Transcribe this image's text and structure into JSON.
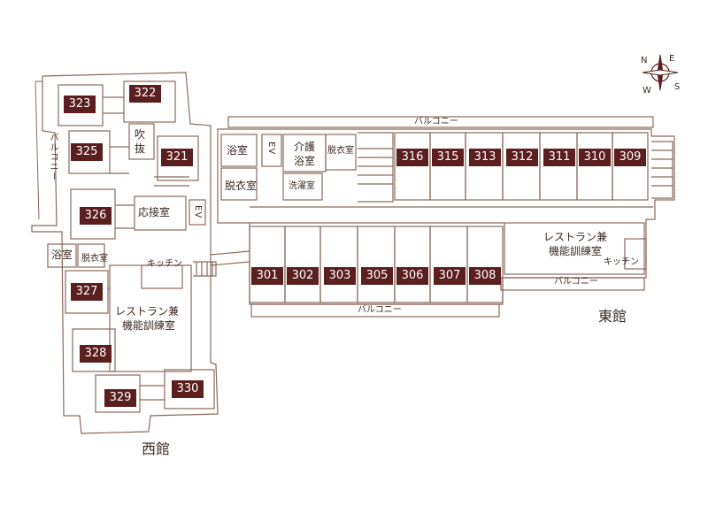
{
  "buildings": {
    "west": "西館",
    "east": "東館"
  },
  "west_rooms": [
    "323",
    "322",
    "325",
    "321",
    "326",
    "327",
    "328",
    "329",
    "330"
  ],
  "east_rooms_north": [
    "316",
    "315",
    "313",
    "312",
    "311",
    "310",
    "309"
  ],
  "east_rooms_south": [
    "301",
    "302",
    "303",
    "305",
    "306",
    "307",
    "308"
  ],
  "labels": {
    "balcony": "バルコニー",
    "bath": "浴室",
    "care_bath": "介護浴室",
    "care": "介護",
    "bath2": "浴室",
    "dressing": "脱衣室",
    "ev": "EV",
    "laundry": "洗濯室",
    "fukinuke_1": "吹",
    "fukinuke_2": "抜",
    "reception": "応接室",
    "kitchen": "キッチン",
    "restaurant_1": "レストラン兼",
    "restaurant_2": "機能訓練室"
  },
  "compass": {
    "icon": "compass-rose-icon",
    "letters": [
      "N",
      "E",
      "S",
      "W"
    ]
  },
  "colors": {
    "wall": "#8a6a5a",
    "room_tag": "#5b1f1f",
    "text": "#3a2a22"
  }
}
